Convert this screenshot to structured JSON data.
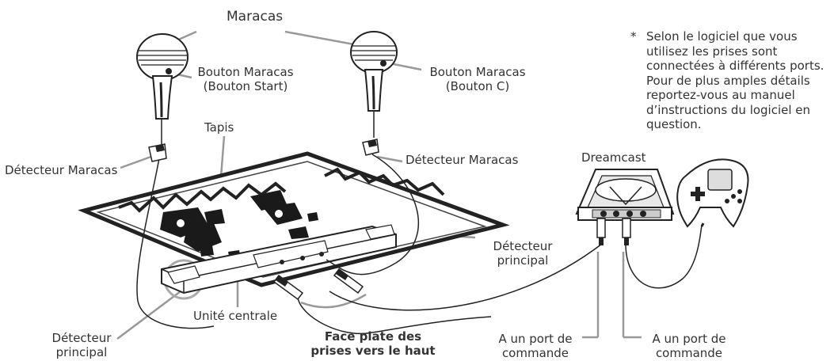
{
  "labels": {
    "maracas": "Maracas",
    "button_start_1": "Bouton Maracas",
    "button_start_2": "(Bouton Start)",
    "button_c_1": "Bouton Maracas",
    "button_c_2": "(Bouton C)",
    "mat": "Tapis",
    "sensor_left": "Détecteur Maracas",
    "sensor_right": "Détecteur Maracas",
    "dreamcast": "Dreamcast",
    "main_right_1": "Détecteur",
    "main_right_2": "principal",
    "main_left_1": "Détecteur",
    "main_left_2": "principal",
    "central_unit": "Unité centrale",
    "faceplate_1": "Face plate des",
    "faceplate_2": "prises vers le haut",
    "port1_1": "A un port de",
    "port1_2": "commande",
    "port2_1": "A un port de",
    "port2_2": "commande"
  },
  "note": {
    "asterisk": "*",
    "text": "Selon le logiciel que vous utilisez les prises sont connectées à différents ports. Pour de plus amples détails reportez-vous au manuel d’instructions du logiciel en question."
  },
  "colors": {
    "ink": "#222222",
    "leader": "#888888",
    "highlight": "#aaaaaa",
    "mat_dark": "#1a1a1a"
  }
}
